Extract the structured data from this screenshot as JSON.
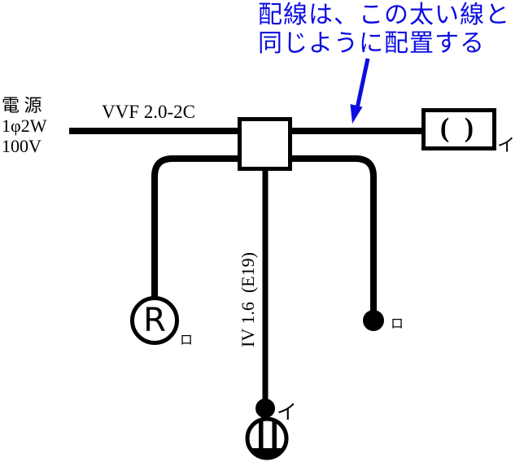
{
  "annotation": {
    "line1": "配線は、この太い線と",
    "line2": "同じように配置する"
  },
  "power_source": {
    "line1": "電 源",
    "line2": "1φ2W",
    "line3": "100V"
  },
  "cable_labels": {
    "vvf": "VVF 2.0-2C",
    "iv": "IV 1.6  (E19)"
  },
  "device_labels": {
    "receptacle_letter": "R",
    "box_placeholder": "( )",
    "box_circuit": "イ",
    "receptacle_circuit": "ロ",
    "switch_center_circuit": "イ",
    "switch_right_circuit": "ロ"
  },
  "colors": {
    "wire": "#000000",
    "annotation_blue": "#0d0de0",
    "background": "#ffffff"
  }
}
